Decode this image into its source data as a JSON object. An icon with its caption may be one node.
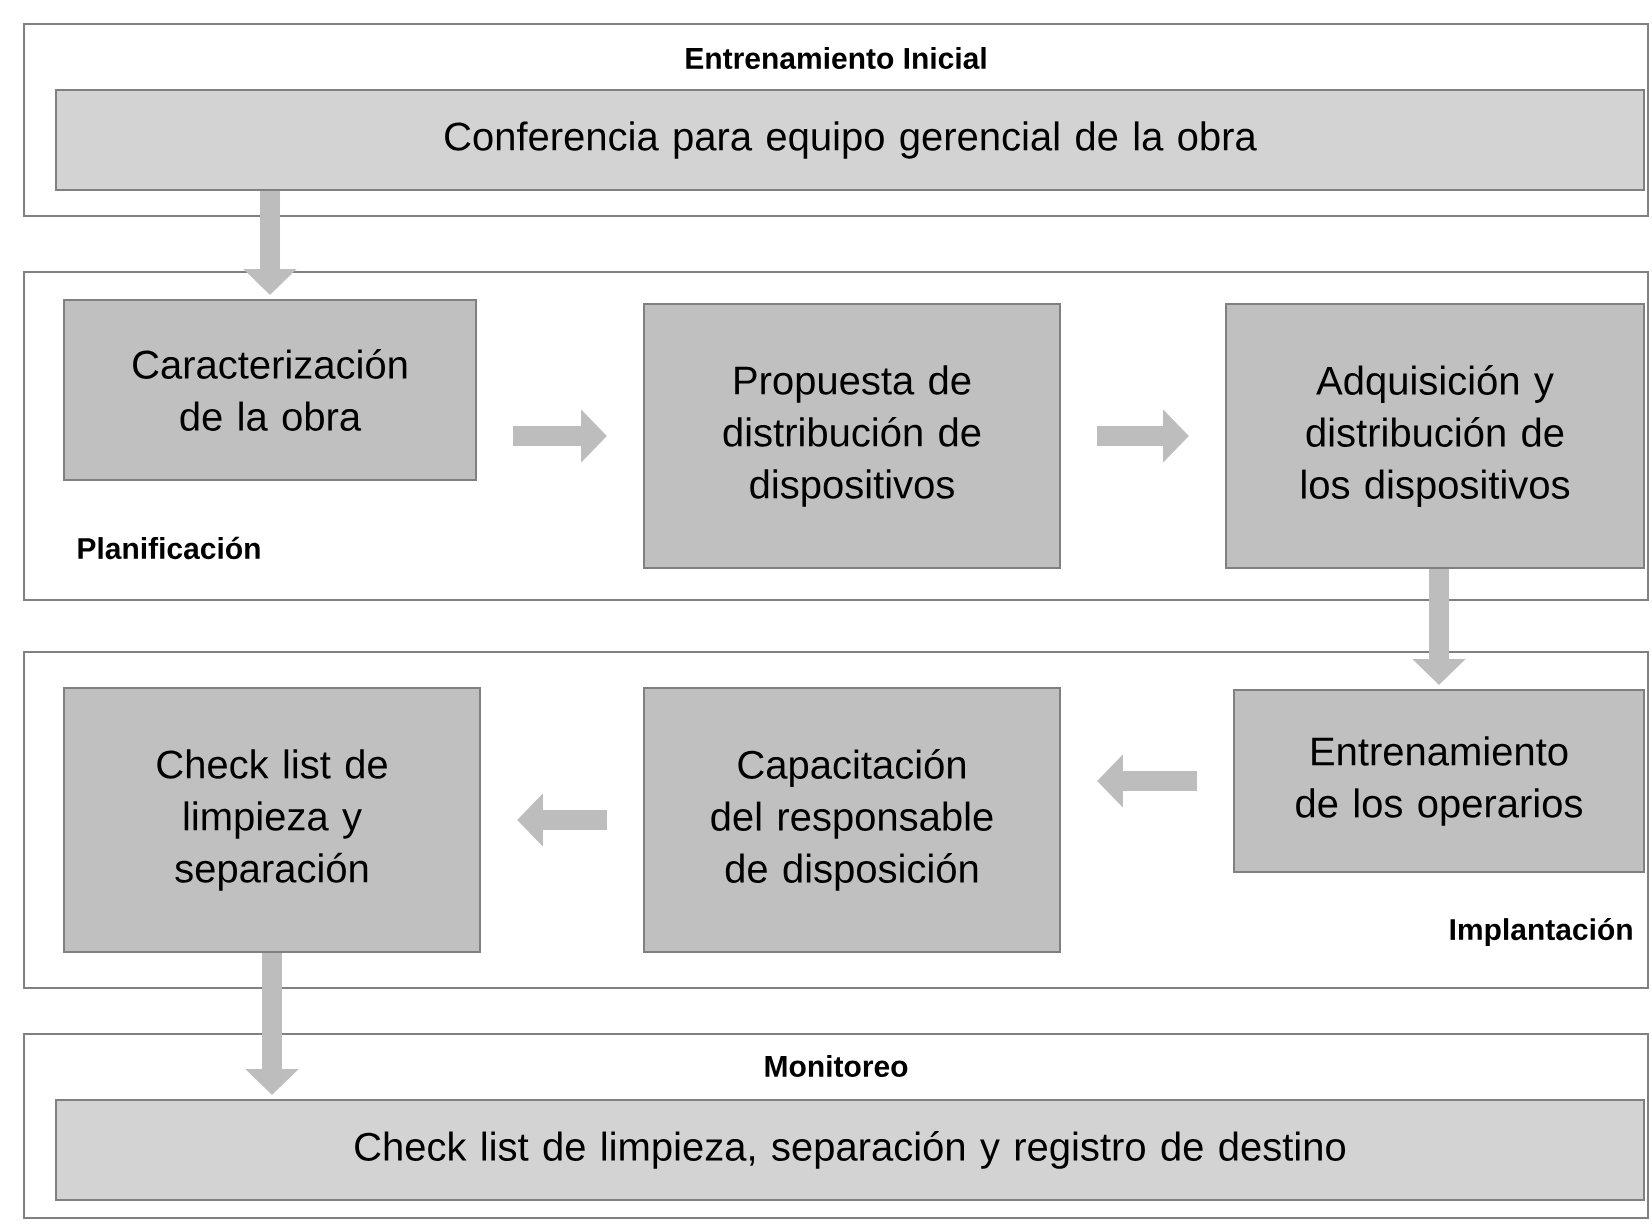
{
  "diagram": {
    "nodes": [
      {
        "text": [
          "Entrenamiento Inicial"
        ]
      },
      {
        "text": [
          "Conferencia para equipo gerencial de la obra"
        ],
        "in": 0
      },
      {
        "text": [
          "Planificación"
        ]
      },
      {
        "text": [
          "Caracterización de la obra"
        ],
        "in": 2
      },
      {
        "text": [
          "Propuesta de distribución de dispositivos"
        ],
        "in": 2
      },
      {
        "text": [
          "Adquisición y distribución de los dispositivos"
        ],
        "in": 2
      },
      {
        "text": [
          "Implantación"
        ]
      },
      {
        "text": [
          "Entrenamiento de los operarios"
        ],
        "in": 6
      },
      {
        "text": [
          "Capacitación del responsable de disposición"
        ],
        "in": 6
      },
      {
        "text": [
          "Check list de limpieza y separación"
        ],
        "in": 6
      },
      {
        "text": [
          "Monitoreo"
        ]
      },
      {
        "text": [
          "Check list de limpieza, separación y registro de destino"
        ],
        "in": 10
      }
    ],
    "edges": [
      {
        "from": 1,
        "to": 3,
        "arrow": "to"
      },
      {
        "from": 3,
        "to": 4,
        "arrow": "to"
      },
      {
        "from": 4,
        "to": 5,
        "arrow": "to"
      },
      {
        "from": 5,
        "to": 7,
        "arrow": "to"
      },
      {
        "from": 7,
        "to": 8,
        "arrow": "to"
      },
      {
        "from": 8,
        "to": 9,
        "arrow": "to"
      },
      {
        "from": 9,
        "to": 11,
        "arrow": "to"
      }
    ]
  }
}
